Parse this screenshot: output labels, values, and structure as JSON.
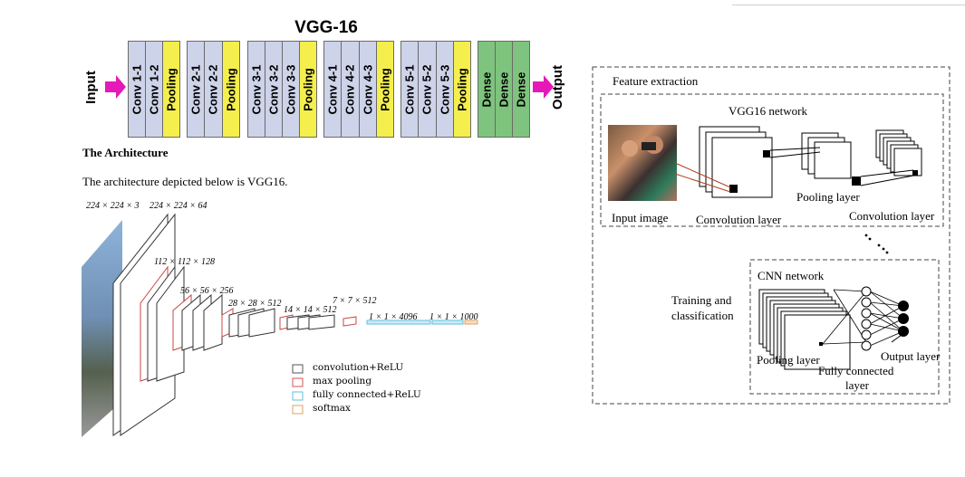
{
  "vgg16": {
    "title": "VGG-16",
    "input_label": "Input",
    "output_label": "Output",
    "blocks": [
      {
        "layers": [
          "Conv 1-1",
          "Conv 1-2",
          "Pooling"
        ]
      },
      {
        "layers": [
          "Conv 2-1",
          "Conv 2-2",
          "Pooling"
        ]
      },
      {
        "layers": [
          "Conv 3-1",
          "Conv 3-2",
          "Conv 3-3",
          "Pooling"
        ]
      },
      {
        "layers": [
          "Conv 4-1",
          "Conv 4-2",
          "Conv 4-3",
          "Pooling"
        ]
      },
      {
        "layers": [
          "Conv 5-1",
          "Conv 5-2",
          "Conv 5-3",
          "Pooling"
        ]
      },
      {
        "layers": [
          "Dense",
          "Dense",
          "Dense"
        ]
      }
    ],
    "colors": {
      "conv": "#cdd3e9",
      "pooling": "#f4ef4c",
      "dense": "#7ec47e",
      "arrow": "#e619b8"
    }
  },
  "architecture": {
    "heading": "The Architecture",
    "sentence": "The architecture depicted below is VGG16.",
    "dimensions": [
      "224 × 224 × 3",
      "224 × 224 × 64",
      "112 × 112 × 128",
      "56 × 56 × 256",
      "28 × 28 × 512",
      "14 × 14 × 512",
      "7 × 7 × 512",
      "1 × 1 × 4096",
      "1 × 1 × 1000"
    ],
    "legend": [
      {
        "label": "convolution+ReLU",
        "color": "#555555"
      },
      {
        "label": "max pooling",
        "color": "#d9534f"
      },
      {
        "label": "fully connected+ReLU",
        "color": "#5bc0de"
      },
      {
        "label": "softmax",
        "color": "#e0a060"
      }
    ]
  },
  "feature_extraction": {
    "title": "Feature extraction",
    "vgg_network": "VGG16 network",
    "input_image": "Input image",
    "convolution_layer_1": "Convolution layer",
    "pooling_layer": "Pooling layer",
    "convolution_layer_2": "Convolution layer",
    "training_line1": "Training and",
    "training_line2": "classification",
    "cnn_network": "CNN network",
    "cnn_pooling_layer": "Pooling layer",
    "fully_connected_line1": "Fully connected",
    "fully_connected_line2": "layer",
    "output_layer": "Output layer"
  }
}
